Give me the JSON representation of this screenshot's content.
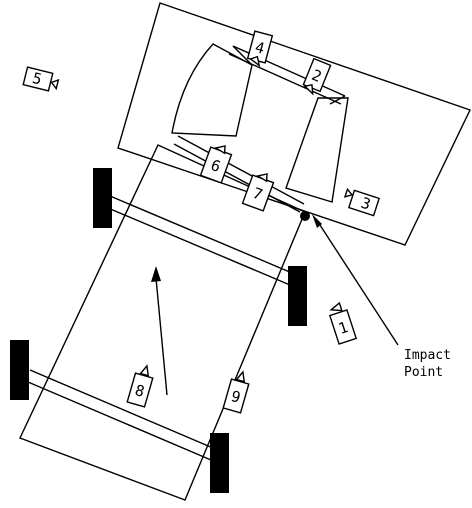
{
  "cameras": [
    {
      "id": "cam-1",
      "label": "1"
    },
    {
      "id": "cam-2",
      "label": "2"
    },
    {
      "id": "cam-3",
      "label": "3"
    },
    {
      "id": "cam-4",
      "label": "4"
    },
    {
      "id": "cam-5",
      "label": "5"
    },
    {
      "id": "cam-6",
      "label": "6"
    },
    {
      "id": "cam-7",
      "label": "7"
    },
    {
      "id": "cam-8",
      "label": "8"
    },
    {
      "id": "cam-9",
      "label": "9"
    }
  ],
  "annotation": {
    "line1": "Impact",
    "line2": "Point"
  }
}
